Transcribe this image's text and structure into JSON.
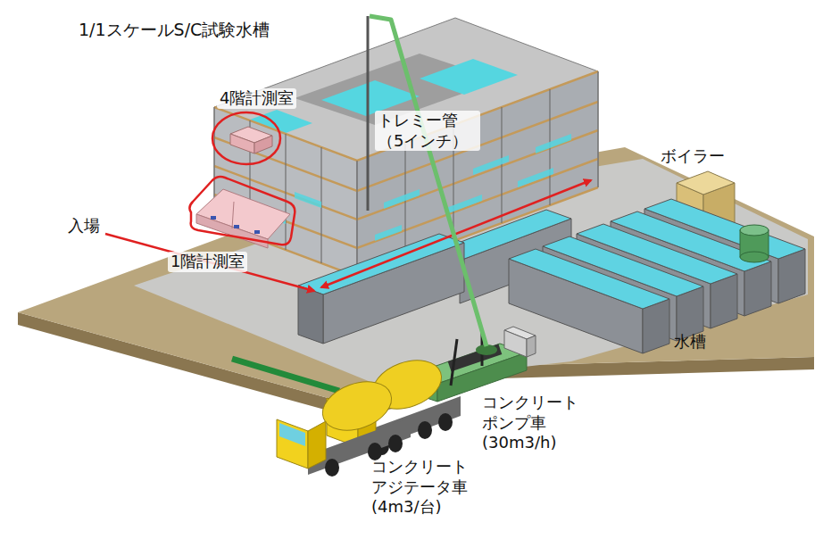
{
  "diagram": {
    "labels": [
      "1/1スケールS/C試験水槽",
      "4階計測室",
      "トレミー管 （5インチ）",
      "ボイラー",
      "入場",
      "1階計測室",
      "水槽",
      "コンクリート ポンプ車 (30m3/h)",
      "コンクリート アジテータ車 (4m3/台)"
    ]
  }
}
